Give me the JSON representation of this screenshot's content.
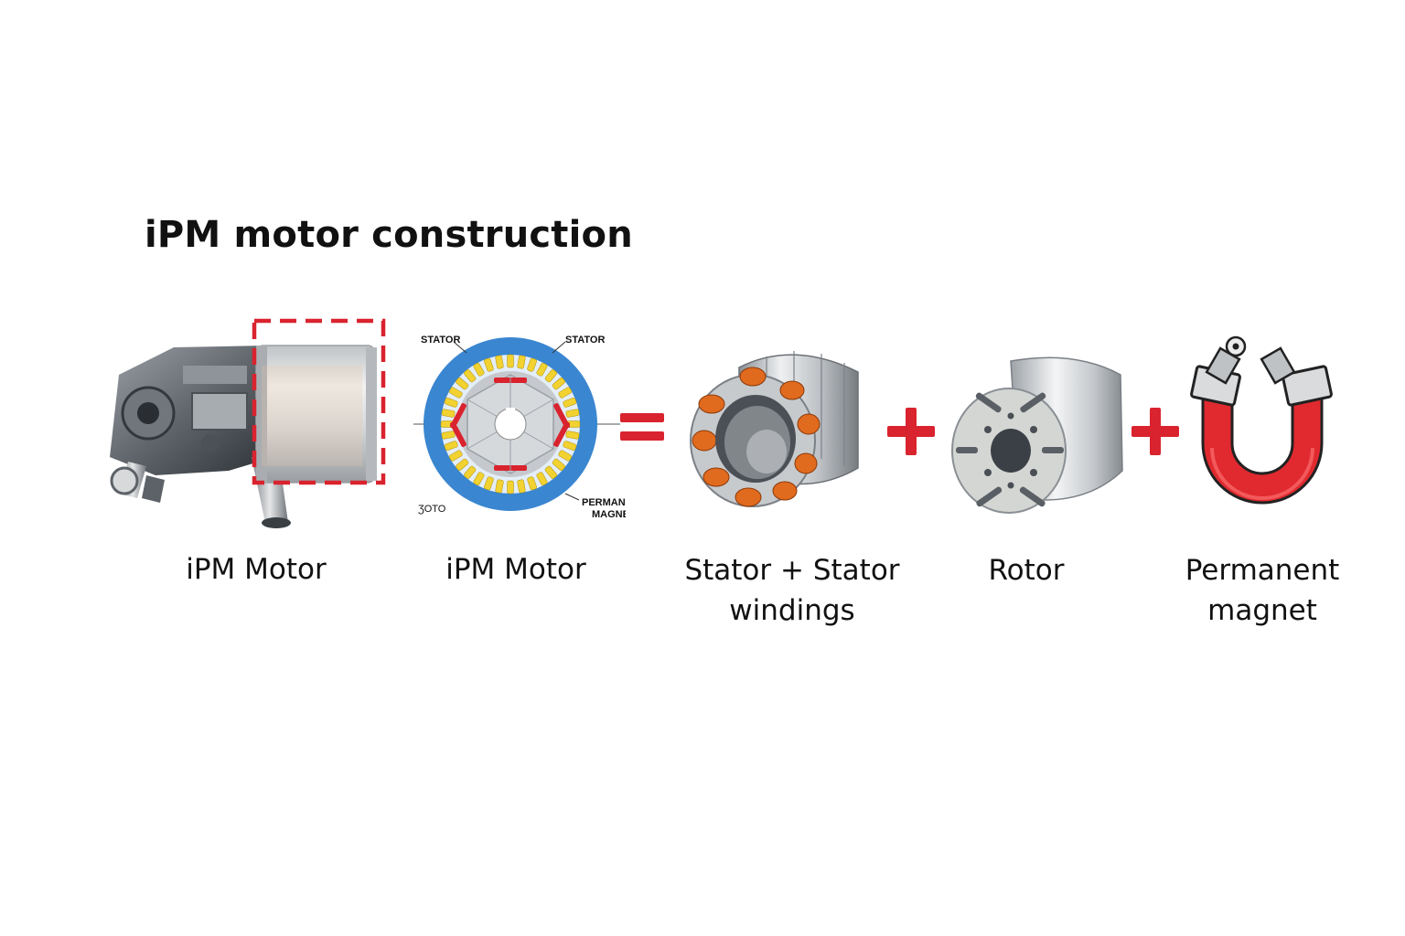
{
  "title": "iPM motor construction",
  "diagram": {
    "labels": {
      "stator_left": "STATOR",
      "stator_right": "STATOR",
      "rotor": "ƷOTO",
      "permanent_magnet_line1": "PERMANENT",
      "permanent_magnet_line2": "MAGNET"
    }
  },
  "items": [
    {
      "caption": [
        "iPM Motor",
        ""
      ]
    },
    {
      "caption": [
        "iPM Motor",
        ""
      ]
    },
    {
      "caption": [
        "Stator + Stator",
        "windings"
      ]
    },
    {
      "caption": [
        "Rotor",
        ""
      ]
    },
    {
      "caption": [
        "Permanent",
        "magnet"
      ]
    }
  ],
  "colors": {
    "accent_red": "#d9232e",
    "ring_blue": "#3a86d0",
    "winding_yellow": "#f2d230",
    "copper": "#e06a1e"
  }
}
